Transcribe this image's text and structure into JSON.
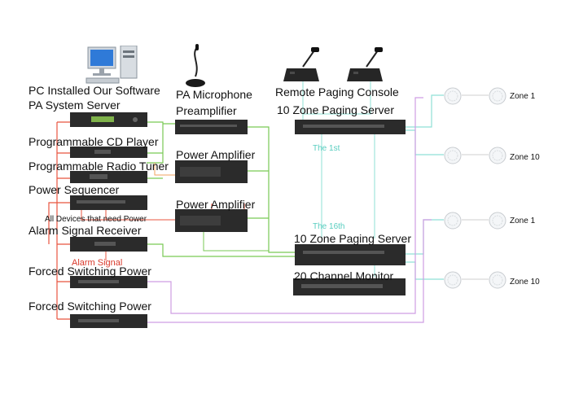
{
  "labels": {
    "pc_software": "PC Installed Our Software",
    "pa_server": "PA System Server",
    "cd_player": "Programmable CD Player",
    "radio_tuner": "Programmable Radio Tuner",
    "power_sequencer": "Power Sequencer",
    "all_devices_power": "All Devices that need Power",
    "alarm_receiver": "Alarm Signal Receiver",
    "alarm_signal": "Alarm Signal",
    "forced_switching_1": "Forced Switching Power",
    "forced_switching_2": "Forced Switching Power",
    "pa_microphone": "PA Microphone",
    "preamplifier": "Preamplifier",
    "power_amplifier_1": "Power Amplifier",
    "power_amplifier_2": "Power Amplifier",
    "remote_paging_console": "Remote Paging Console",
    "paging_server_1": "10 Zone Paging Server",
    "paging_server_2": "10 Zone Paging Server",
    "the_1st": "The 1st",
    "the_16th": "The 16th",
    "channel_monitor": "20 Channel Monitor",
    "zone_a": "Zone 1",
    "zone_b": "Zone 10",
    "zone_c": "Zone 1",
    "zone_d": "Zone 10"
  },
  "colors": {
    "red_line": "#e8553f",
    "green_line": "#79c955",
    "cyan_line": "#8fe0d6",
    "pink_line": "#cf9de3",
    "orange_line": "#f2a35e",
    "alarm_text": "#d9392b",
    "teal_text": "#57cdbf",
    "rack_body": "#2b2b2b"
  }
}
